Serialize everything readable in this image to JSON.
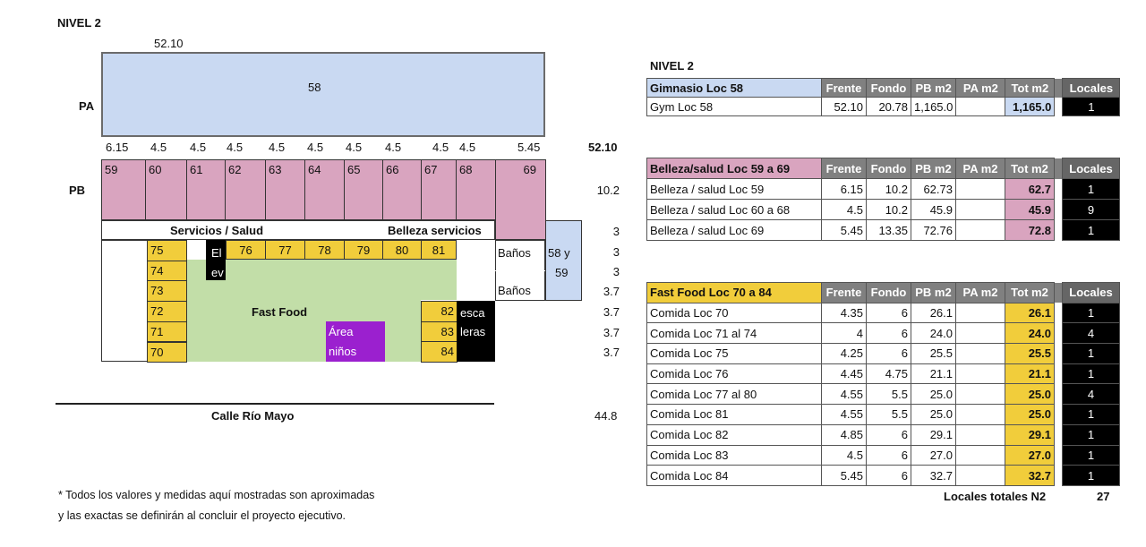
{
  "title": "NIVEL 2",
  "colors": {
    "pa_blue": "#c9d9f2",
    "pb_pink": "#d9a4bf",
    "food_yellow": "#f1cd3b",
    "food_green": "#c2dea8",
    "kids_purple": "#9b20cf",
    "black": "#000000"
  },
  "plan": {
    "pa_width": "52.10",
    "pa_label": "PA",
    "pa_unit": "58",
    "pb_label": "PB",
    "pb_dims": [
      "6.15",
      "4.5",
      "4.5",
      "4.5",
      "4.5",
      "4.5",
      "4.5",
      "4.5",
      "4.5",
      "4.5",
      "5.45"
    ],
    "pb_units": [
      "59",
      "60",
      "61",
      "62",
      "63",
      "64",
      "65",
      "66",
      "67",
      "68",
      "69"
    ],
    "total_width": "52.10",
    "servicios_label": "Servicios / Salud",
    "belleza_label": "Belleza servicios",
    "elev_line1": "El",
    "elev_line2": "ev",
    "top_row_units": [
      "76",
      "77",
      "78",
      "79",
      "80",
      "81"
    ],
    "left_col_units": [
      "75",
      "74",
      "73",
      "72",
      "71",
      "70"
    ],
    "right_col_units": [
      "82",
      "83",
      "84"
    ],
    "fast_food_label": "Fast Food",
    "kids_line1": "Área",
    "kids_line2": "niños",
    "stairs_line1": "esca",
    "stairs_line2": "leras",
    "banos_1": "Baños",
    "banos_2": "Baños",
    "unit_58y59_line1": "58 y",
    "unit_58y59_line2": "59",
    "street_label": "Calle Río Mayo",
    "right_dims": [
      "10.2",
      "3",
      "3",
      "3",
      "3.7",
      "3.7",
      "3.7",
      "3.7"
    ],
    "street_dim": "44.8"
  },
  "tables": {
    "title": "NIVEL 2",
    "headers": [
      "Frente",
      "Fondo",
      "PB m2",
      "PA m2",
      "Tot m2",
      "Locales"
    ],
    "gym": {
      "name": "Gimnasio Loc 58",
      "rows": [
        {
          "name": "Gym Loc 58",
          "frente": "52.10",
          "fondo": "20.78",
          "pb": "1,165.0",
          "pa": "",
          "tot": "1,165.0",
          "locales": "1"
        }
      ]
    },
    "belleza": {
      "name": "Belleza/salud Loc 59 a 69",
      "rows": [
        {
          "name": "Belleza / salud Loc 59",
          "frente": "6.15",
          "fondo": "10.2",
          "pb": "62.73",
          "pa": "",
          "tot": "62.7",
          "locales": "1"
        },
        {
          "name": "Belleza / salud Loc 60 a 68",
          "frente": "4.5",
          "fondo": "10.2",
          "pb": "45.9",
          "pa": "",
          "tot": "45.9",
          "locales": "9"
        },
        {
          "name": "Belleza / salud Loc 69",
          "frente": "5.45",
          "fondo": "13.35",
          "pb": "72.76",
          "pa": "",
          "tot": "72.8",
          "locales": "1"
        }
      ]
    },
    "food": {
      "name": "Fast Food Loc 70 a 84",
      "rows": [
        {
          "name": "Comida Loc 70",
          "frente": "4.35",
          "fondo": "6",
          "pb": "26.1",
          "pa": "",
          "tot": "26.1",
          "locales": "1"
        },
        {
          "name": "Comida Loc 71 al 74",
          "frente": "4",
          "fondo": "6",
          "pb": "24.0",
          "pa": "",
          "tot": "24.0",
          "locales": "4"
        },
        {
          "name": "Comida Loc 75",
          "frente": "4.25",
          "fondo": "6",
          "pb": "25.5",
          "pa": "",
          "tot": "25.5",
          "locales": "1"
        },
        {
          "name": "Comida Loc 76",
          "frente": "4.45",
          "fondo": "4.75",
          "pb": "21.1",
          "pa": "",
          "tot": "21.1",
          "locales": "1"
        },
        {
          "name": "Comida Loc 77 al 80",
          "frente": "4.55",
          "fondo": "5.5",
          "pb": "25.0",
          "pa": "",
          "tot": "25.0",
          "locales": "4"
        },
        {
          "name": "Comida Loc 81",
          "frente": "4.55",
          "fondo": "5.5",
          "pb": "25.0",
          "pa": "",
          "tot": "25.0",
          "locales": "1"
        },
        {
          "name": "Comida Loc 82",
          "frente": "4.85",
          "fondo": "6",
          "pb": "29.1",
          "pa": "",
          "tot": "29.1",
          "locales": "1"
        },
        {
          "name": "Comida Loc 83",
          "frente": "4.5",
          "fondo": "6",
          "pb": "27.0",
          "pa": "",
          "tot": "27.0",
          "locales": "1"
        },
        {
          "name": "Comida Loc 84",
          "frente": "5.45",
          "fondo": "6",
          "pb": "32.7",
          "pa": "",
          "tot": "32.7",
          "locales": "1"
        }
      ]
    },
    "total_label": "Locales totales N2",
    "total_value": "27"
  },
  "footnote_line1": "* Todos los valores y medidas aquí mostradas son aproximadas",
  "footnote_line2": "y las exactas se definirán al concluir el proyecto ejecutivo."
}
